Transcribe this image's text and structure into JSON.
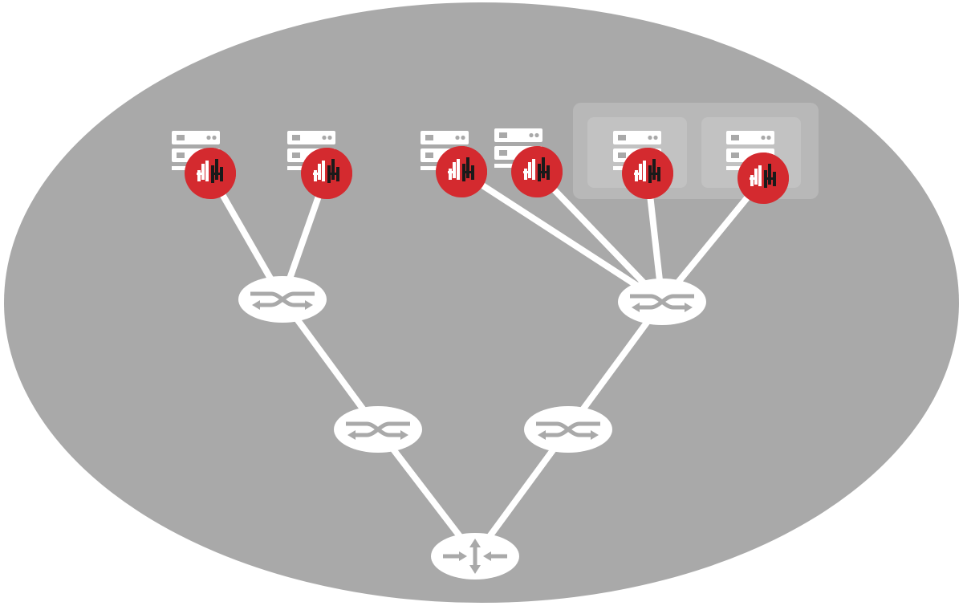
{
  "colors": {
    "background": "#ffffff",
    "cloud": "#a9a9a9",
    "link": "#ffffff",
    "device_fill": "#ffffff",
    "device_icon": "#a9a9a9",
    "server_icon": "#ffffff",
    "badge_red": "#d42a2f",
    "badge_dark": "#8c1a1d",
    "group_box": "#b8b8b8",
    "group_inner": "#c2c2c2"
  },
  "nodes": [
    {
      "id": "host-1",
      "kind": "server-with-badge"
    },
    {
      "id": "host-2",
      "kind": "server-with-badge"
    },
    {
      "id": "host-3",
      "kind": "server-with-badge"
    },
    {
      "id": "host-4",
      "kind": "server-with-badge"
    },
    {
      "id": "host-5",
      "kind": "server-with-badge",
      "grouped": true
    },
    {
      "id": "host-6",
      "kind": "server-with-badge",
      "grouped": true
    },
    {
      "id": "switch-left-top",
      "kind": "switch"
    },
    {
      "id": "switch-right-top",
      "kind": "switch"
    },
    {
      "id": "switch-left-mid",
      "kind": "switch"
    },
    {
      "id": "switch-right-mid",
      "kind": "switch"
    },
    {
      "id": "router-bottom",
      "kind": "router"
    }
  ],
  "links": [
    [
      "host-1",
      "switch-left-top"
    ],
    [
      "host-2",
      "switch-left-top"
    ],
    [
      "host-3",
      "switch-right-top"
    ],
    [
      "host-4",
      "switch-right-top"
    ],
    [
      "host-5",
      "switch-right-top"
    ],
    [
      "host-6",
      "switch-right-top"
    ],
    [
      "switch-left-top",
      "switch-left-mid"
    ],
    [
      "switch-right-top",
      "switch-right-mid"
    ],
    [
      "switch-left-mid",
      "router-bottom"
    ],
    [
      "switch-right-mid",
      "router-bottom"
    ]
  ],
  "icons": {
    "server": "server-icon",
    "badge": "agent-badge-icon",
    "switch": "switch-icon",
    "router": "router-icon"
  }
}
